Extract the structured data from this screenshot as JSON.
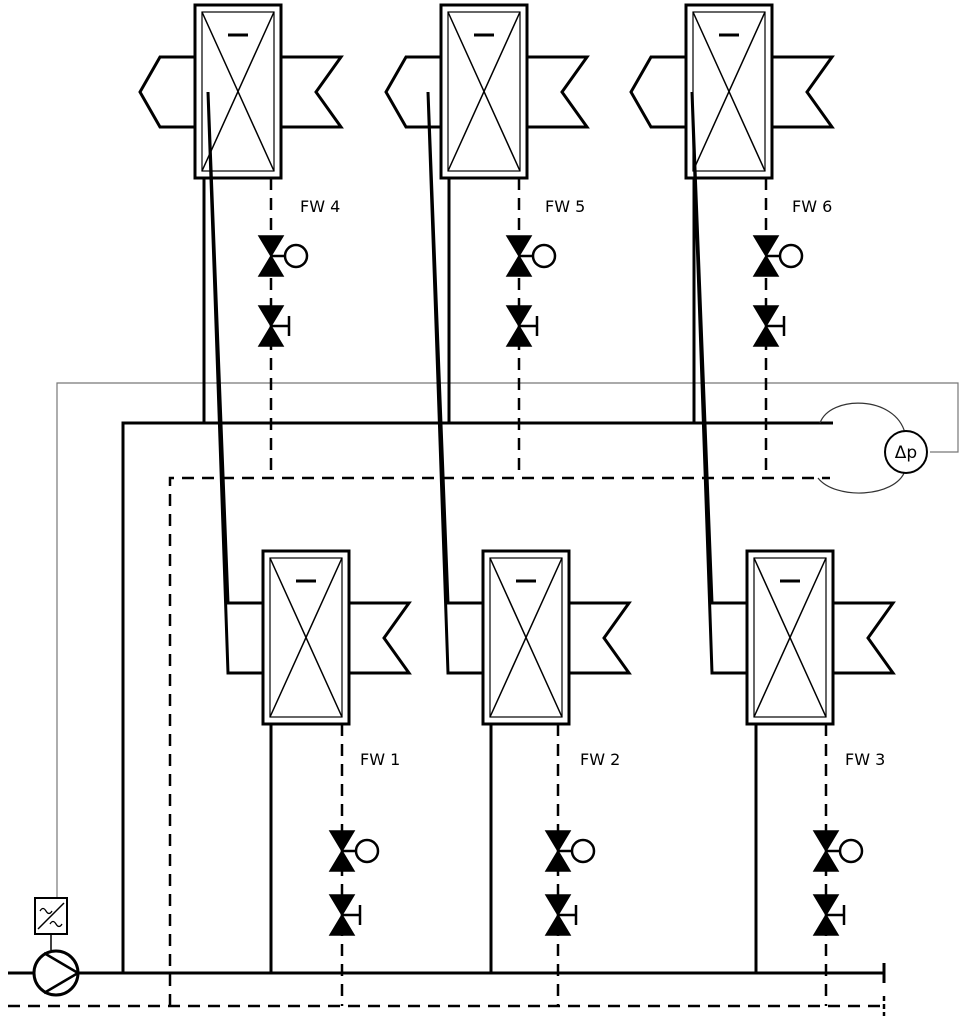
{
  "units": [
    {
      "id": "fw4",
      "label": "FW 4"
    },
    {
      "id": "fw5",
      "label": "FW 5"
    },
    {
      "id": "fw6",
      "label": "FW 6"
    },
    {
      "id": "fw1",
      "label": "FW 1"
    },
    {
      "id": "fw2",
      "label": "FW 2"
    },
    {
      "id": "fw3",
      "label": "FW 3"
    }
  ],
  "sensor": {
    "label": "Δp",
    "icon": "differential-pressure-sensor-icon"
  },
  "pump": {
    "icon": "circulation-pump-icon"
  },
  "drive": {
    "icon": "frequency-converter-icon"
  },
  "colors": {
    "line": "#000000",
    "control_line": "#777777",
    "background": "#ffffff"
  }
}
